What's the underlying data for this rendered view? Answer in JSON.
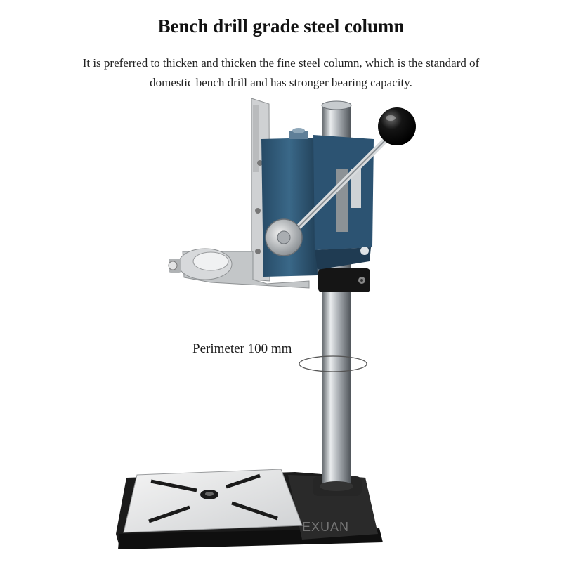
{
  "header": {
    "title": "Bench drill grade steel column",
    "description": "It is preferred to thicken and thicken the fine steel column, which is the standard of domestic bench drill and has stronger bearing capacity."
  },
  "annotation": {
    "perimeter": "Perimeter 100 mm"
  },
  "watermark": "EXUAN",
  "colors": {
    "housing_blue": "#2f5878",
    "column_steel": "#9aa0a6",
    "base_cast_iron": "#1e1e1e",
    "table_plate": "#e6e6e6",
    "bracket_aluminum": "#c9cbcd"
  }
}
